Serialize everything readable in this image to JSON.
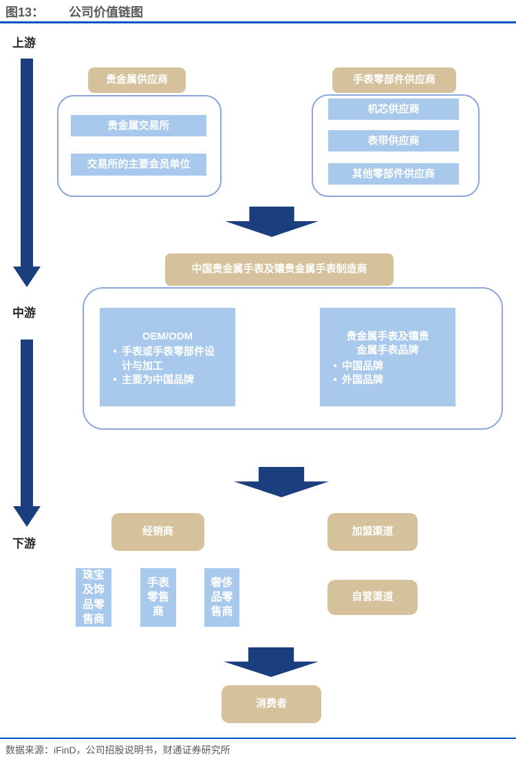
{
  "header": {
    "figure_label": "图13：",
    "title": "公司价值链图"
  },
  "stages": {
    "upstream": "上游",
    "midstream": "中游",
    "downstream": "下游"
  },
  "upstream": {
    "left": {
      "header": "贵金属供应商",
      "items": [
        "贵金属交易所",
        "交易所的主要会员单位"
      ]
    },
    "right": {
      "header": "手表零部件供应商",
      "items": [
        "机芯供应商",
        "表带供应商",
        "其他零部件供应商"
      ]
    }
  },
  "midstream": {
    "manufacturer": "中国贵金属手表及镶贵金属手表制造商",
    "oem": {
      "title": "OEM/ODM",
      "bullets": [
        "手表或手表零部件设计与加工",
        "主要为中国品牌"
      ]
    },
    "brand": {
      "title": "贵金属手表及镶贵金属手表品牌",
      "bullets": [
        "中国品牌",
        "外国品牌"
      ]
    }
  },
  "downstream": {
    "dealer": "经销商",
    "franchise": "加盟渠道",
    "retailers": [
      "珠宝及饰品零售商",
      "手表零售商",
      "奢侈品零售商"
    ],
    "self_operated": "自营渠道",
    "consumer": "消费者"
  },
  "footer": {
    "source": "数据来源：iFinD，公司招股说明书，财通证券研究所"
  },
  "bullet_glyph": "•",
  "colors": {
    "navy_arrow": "#1B3F7E",
    "accent_rule_blue": "#0050C8",
    "tan_box": "#D5C19C",
    "light_blue_box": "#A9C9EC",
    "group_border_blue": "#8FA6DA",
    "text_gray": "#595959",
    "box_text_white": "#FFFFFF"
  }
}
